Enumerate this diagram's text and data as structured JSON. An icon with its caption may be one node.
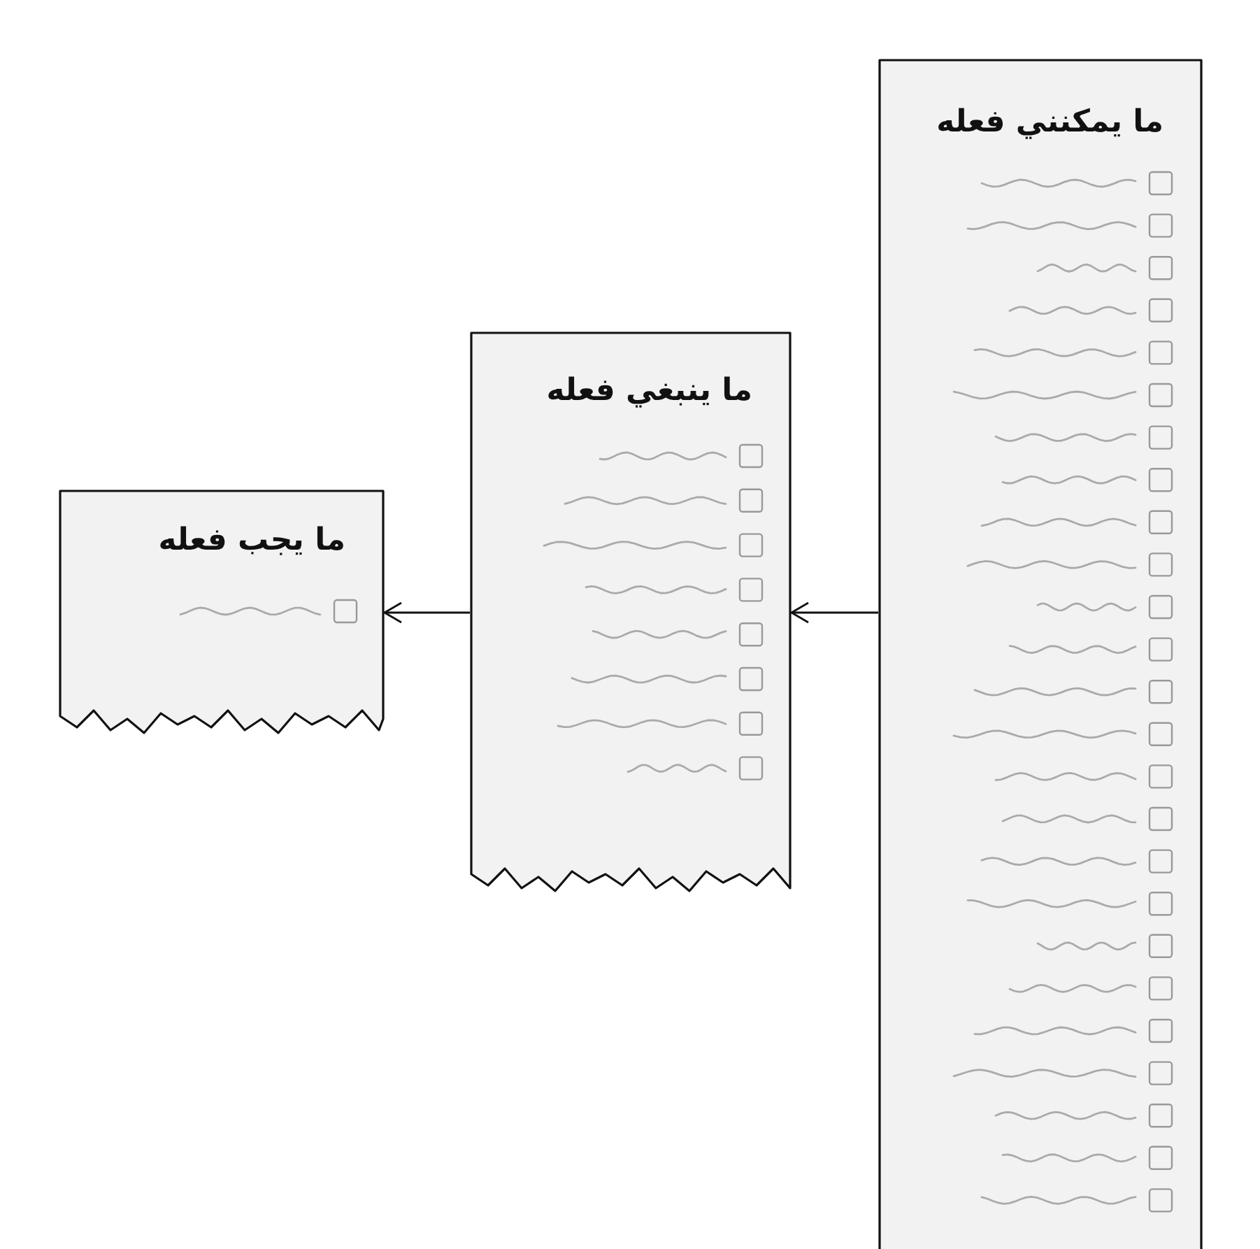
{
  "diagram": {
    "nodes": [
      {
        "text": [
          "ما يمكنني فعله"
        ]
      },
      {
        "text": [
          "ما ينبغي فعله"
        ]
      },
      {
        "text": [
          "ما يجب فعله"
        ]
      }
    ],
    "edges": [
      {
        "from": 0,
        "to": 1,
        "arrow": "to"
      },
      {
        "from": 1,
        "to": 2,
        "arrow": "to"
      }
    ]
  }
}
